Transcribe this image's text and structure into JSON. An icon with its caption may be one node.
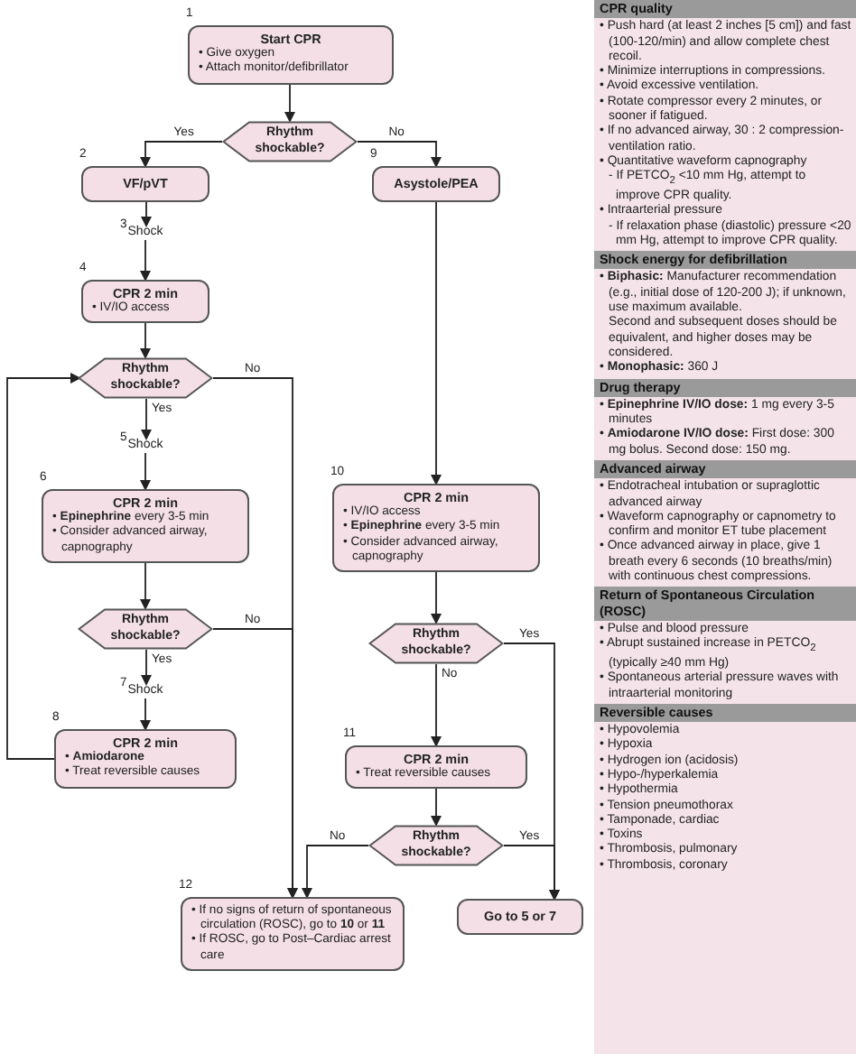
{
  "diagram": {
    "nodes": [
      {
        "text": [
          "Start CPR",
          "• Give oxygen",
          "• Attach monitor/defibrillator"
        ],
        "beside": [
          "1"
        ]
      },
      {
        "text": [
          "Rhythm shockable?"
        ]
      },
      {
        "text": [
          "VF/pVT"
        ],
        "beside": [
          "2"
        ]
      },
      {
        "text": [
          "Shock"
        ],
        "beside": [
          "3"
        ]
      },
      {
        "text": [
          "CPR 2 min",
          "• IV/IO access"
        ],
        "beside": [
          "4"
        ]
      },
      {
        "text": [
          "Rhythm shockable?"
        ]
      },
      {
        "text": [
          "Shock"
        ],
        "beside": [
          "5"
        ]
      },
      {
        "text": [
          "CPR 2 min",
          "• **Epinephrine** every 3-5 min",
          "• Consider advanced airway, capnography"
        ],
        "beside": [
          "6"
        ]
      },
      {
        "text": [
          "Rhythm shockable?"
        ]
      },
      {
        "text": [
          "Shock"
        ],
        "beside": [
          "7"
        ]
      },
      {
        "text": [
          "CPR 2 min",
          "• **Amiodarone**",
          "• Treat reversible causes"
        ],
        "beside": [
          "8"
        ]
      },
      {
        "text": [
          "Asystole/PEA"
        ],
        "beside": [
          "9"
        ]
      },
      {
        "text": [
          "CPR 2 min",
          "• IV/IO access",
          "• **Epinephrine** every 3-5 min",
          "• Consider advanced airway, capnography"
        ],
        "beside": [
          "10"
        ]
      },
      {
        "text": [
          "Rhythm shockable?"
        ]
      },
      {
        "text": [
          "CPR 2 min",
          "• Treat reversible causes"
        ],
        "beside": [
          "11"
        ]
      },
      {
        "text": [
          "Rhythm shockable?"
        ]
      },
      {
        "text": [
          "• If no signs of return of spontaneous circulation (ROSC), go to **10** or **11**",
          "• If ROSC, go to Post–Cardiac arrest care"
        ],
        "beside": [
          "12"
        ]
      },
      {
        "text": [
          "Go to 5 or 7"
        ]
      },
      {
        "text": [
          "CPR quality",
          "• Push hard (at least 2 inches [5 cm]) and fast (100-120/min) and allow complete chest recoil.",
          "• Minimize interruptions in compressions.",
          "• Avoid excessive ventilation.",
          "• Rotate compressor every 2 minutes, or sooner if fatigued.",
          "• If no advanced airway, 30 : 2 compression-ventilation ratio.",
          "• Quantitative waveform capnography",
          "- If PETCO$_{2}$ <10 mm Hg, attempt to improve CPR quality.",
          "• Intraarterial pressure",
          "- If relaxation phase (diastolic) pressure <20 mm Hg, attempt to improve CPR quality."
        ]
      },
      {
        "text": [
          "Shock energy for defibrillation",
          "• **Biphasic:** Manufacturer recommendation (e.g., initial dose of 120-200 J); if unknown, use maximum available.",
          "Second and subsequent doses should be equivalent, and higher doses may be considered.",
          "• **Monophasic:** 360 J"
        ]
      },
      {
        "text": [
          "Drug therapy",
          "• **Epinephrine IV/IO dose:** 1 mg every 3-5 minutes",
          "• **Amiodarone IV/IO dose:** First dose: 300 mg bolus. Second dose: 150 mg."
        ]
      },
      {
        "text": [
          "Advanced airway",
          "• Endotracheal intubation or supraglottic advanced airway",
          "• Waveform capnography or capnometry to confirm and monitor ET tube placement",
          "• Once advanced airway in place, give 1 breath every 6 seconds (10 breaths/min) with continuous chest compressions."
        ]
      },
      {
        "text": [
          "Return of Spontaneous Circulation (ROSC)",
          "• Pulse and blood pressure",
          "• Abrupt sustained increase in PETCO$_{2}$ (typically ≥40 mm Hg)",
          "• Spontaneous arterial pressure waves with intraarterial monitoring"
        ]
      },
      {
        "text": [
          "Reversible causes",
          "• Hypovolemia",
          "• Hypoxia",
          "• Hydrogen ion (acidosis)",
          "• Hypo-/hyperkalemia",
          "• Hypothermia",
          "• Tension pneumothorax",
          "• Tamponade, cardiac",
          "• Toxins",
          "• Thrombosis, pulmonary",
          "• Thrombosis, coronary"
        ]
      }
    ],
    "edges": [
      {
        "from": 0,
        "to": 1,
        "arrow": "to"
      },
      {
        "from": 1,
        "to": 2,
        "arrow": "to",
        "label": "Yes"
      },
      {
        "from": 1,
        "to": 11,
        "arrow": "to",
        "label": "No"
      },
      {
        "from": 2,
        "to": 3,
        "arrow": "to"
      },
      {
        "from": 3,
        "to": 4,
        "arrow": "to"
      },
      {
        "from": 4,
        "to": 5,
        "arrow": "to"
      },
      {
        "from": 5,
        "to": 6,
        "arrow": "to",
        "label": "Yes"
      },
      {
        "from": 5,
        "to": 16,
        "arrow": "to",
        "label": "No"
      },
      {
        "from": 6,
        "to": 7,
        "arrow": "to"
      },
      {
        "from": 7,
        "to": 8,
        "arrow": "to"
      },
      {
        "from": 8,
        "to": 9,
        "arrow": "to",
        "label": "Yes"
      },
      {
        "from": 8,
        "to": 16,
        "arrow": "to",
        "label": "No"
      },
      {
        "from": 9,
        "to": 10,
        "arrow": "to"
      },
      {
        "from": 10,
        "to": 5,
        "arrow": "to"
      },
      {
        "from": 11,
        "to": 12,
        "arrow": "to"
      },
      {
        "from": 12,
        "to": 13,
        "arrow": "to"
      },
      {
        "from": 13,
        "to": 17,
        "arrow": "to",
        "label": "Yes"
      },
      {
        "from": 13,
        "to": 14,
        "arrow": "to",
        "label": "No"
      },
      {
        "from": 14,
        "to": 15,
        "arrow": "to"
      },
      {
        "from": 15,
        "to": 16,
        "arrow": "to",
        "label": "No"
      },
      {
        "from": 15,
        "to": 17,
        "arrow": "to",
        "label": "Yes"
      }
    ]
  }
}
